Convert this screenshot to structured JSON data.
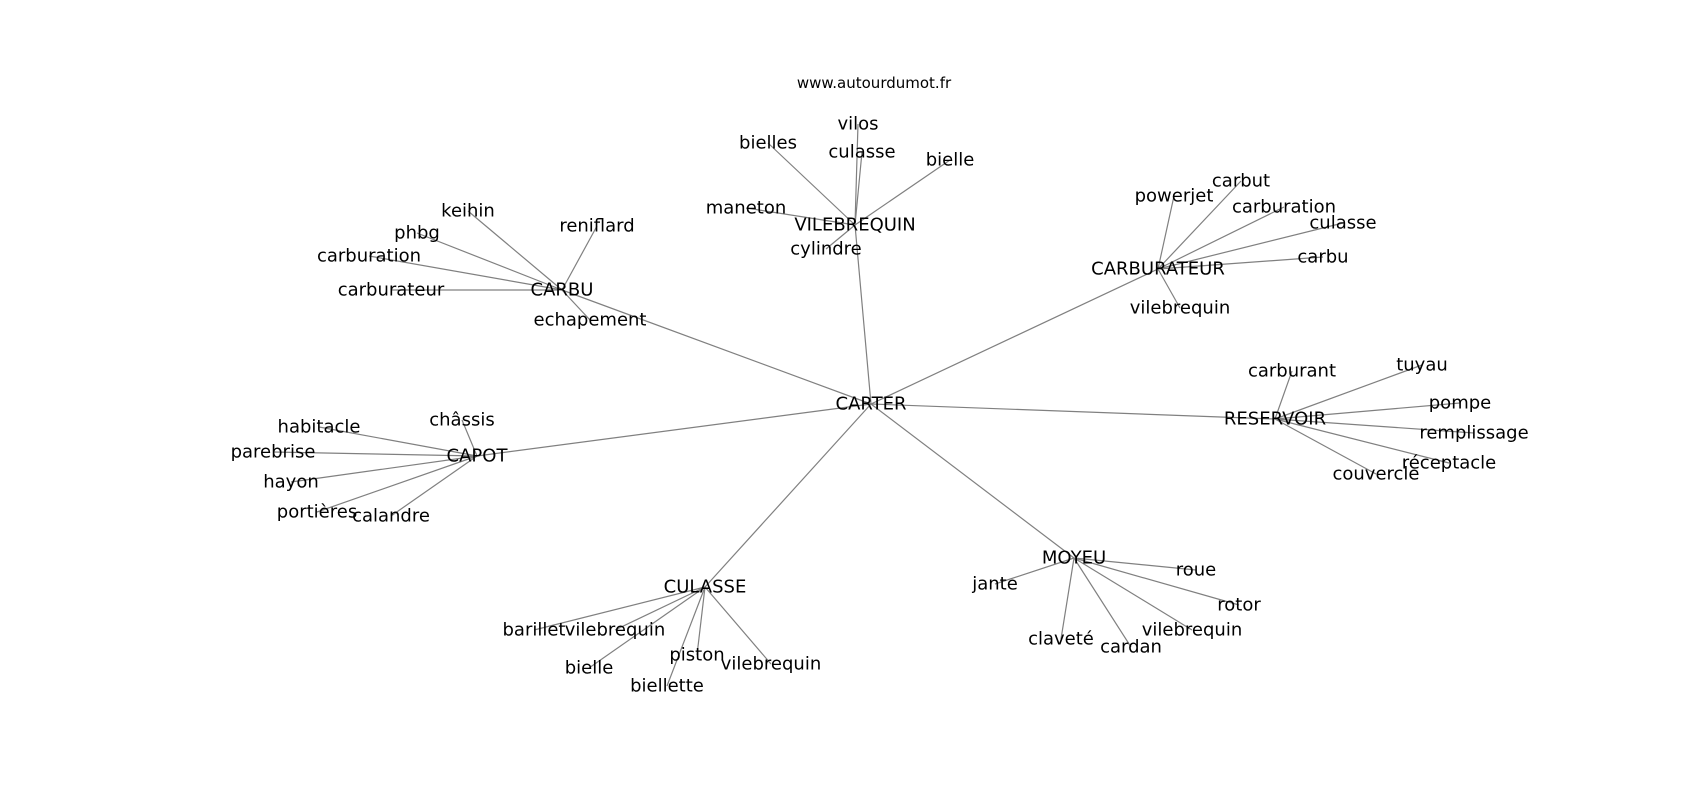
{
  "site": "www.autourdumot.fr",
  "root": "CARTER",
  "hubs": [
    {
      "id": "vilebrequin_hub",
      "label": "VILEBREQUIN",
      "children": [
        "vilos",
        "bielles",
        "culasse",
        "bielle",
        "maneton",
        "cylindre"
      ]
    },
    {
      "id": "carbu_hub",
      "label": "CARBU",
      "children": [
        "keihin",
        "reniflard",
        "phbg",
        "carburation",
        "carburateur",
        "echapement"
      ]
    },
    {
      "id": "carburateur_hub",
      "label": "CARBURATEUR",
      "children": [
        "carbut",
        "powerjet",
        "carburation",
        "culasse",
        "carbu",
        "vilebrequin"
      ]
    },
    {
      "id": "reservoir_hub",
      "label": "RESERVOIR",
      "children": [
        "carburant",
        "tuyau",
        "pompe",
        "remplissage",
        "réceptacle",
        "couvercle"
      ]
    },
    {
      "id": "capot_hub",
      "label": "CAPOT",
      "children": [
        "châssis",
        "habitacle",
        "parebrise",
        "hayon",
        "portières",
        "calandre"
      ]
    },
    {
      "id": "culasse_hub",
      "label": "CULASSE",
      "children": [
        "barillet",
        "vilebrequin",
        "bielle",
        "piston",
        "biellette",
        "vilebrequin"
      ]
    },
    {
      "id": "moyeu_hub",
      "label": "MOYEU",
      "children": [
        "jante",
        "roue",
        "rotor",
        "vilebrequin",
        "claveté",
        "cardan"
      ]
    }
  ]
}
